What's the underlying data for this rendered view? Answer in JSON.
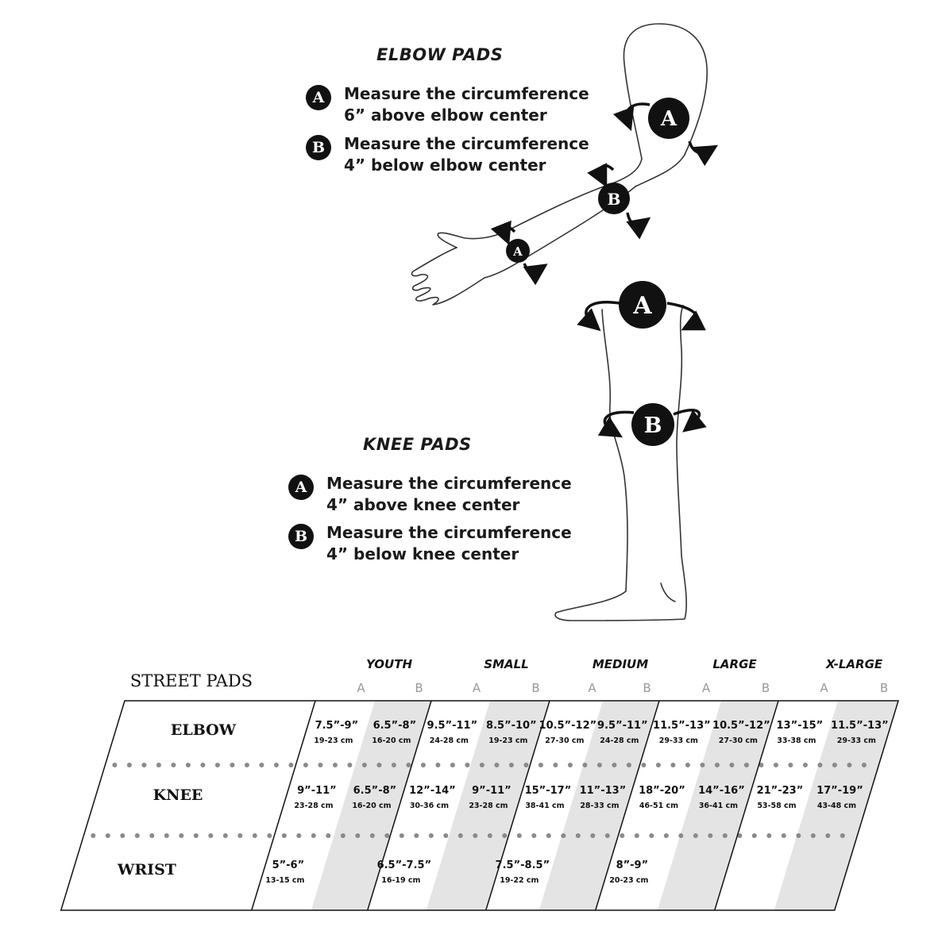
{
  "elbow": {
    "heading": "ELBOW PADS",
    "items": [
      {
        "badge": "A",
        "line1": "Measure the circumference",
        "line2": "6” above elbow center"
      },
      {
        "badge": "B",
        "line1": "Measure the circumference",
        "line2": "4” below elbow center"
      }
    ]
  },
  "knee": {
    "heading": "KNEE PADS",
    "items": [
      {
        "badge": "A",
        "line1": "Measure the circumference",
        "line2": "4” above knee center"
      },
      {
        "badge": "B",
        "line1": "Measure the circumference",
        "line2": "4” below knee center"
      }
    ]
  },
  "illustration": {
    "arm_badges": [
      "A",
      "B",
      "A"
    ],
    "leg_badges": [
      "A",
      "B"
    ]
  },
  "table": {
    "title": "STREET PADS",
    "sizes": [
      {
        "name": "YOUTH",
        "a": "A",
        "b": "B"
      },
      {
        "name": "SMALL",
        "a": "A",
        "b": "B"
      },
      {
        "name": "MEDIUM",
        "a": "A",
        "b": "B"
      },
      {
        "name": "LARGE",
        "a": "A",
        "b": "B"
      },
      {
        "name": "X-LARGE",
        "a": "A",
        "b": "B"
      }
    ],
    "rows": [
      {
        "label": "ELBOW",
        "cells": [
          {
            "in": "7.5”-9”",
            "cm": "19-23 cm"
          },
          {
            "in": "6.5”-8”",
            "cm": "16-20 cm"
          },
          {
            "in": "9.5”-11”",
            "cm": "24-28 cm"
          },
          {
            "in": "8.5”-10”",
            "cm": "19-23 cm"
          },
          {
            "in": "10.5”-12”",
            "cm": "27-30 cm"
          },
          {
            "in": "9.5”-11”",
            "cm": "24-28 cm"
          },
          {
            "in": "11.5”-13”",
            "cm": "29-33 cm"
          },
          {
            "in": "10.5”-12”",
            "cm": "27-30 cm"
          },
          {
            "in": "13”-15”",
            "cm": "33-38 cm"
          },
          {
            "in": "11.5”-13”",
            "cm": "29-33 cm"
          }
        ]
      },
      {
        "label": "KNEE",
        "cells": [
          {
            "in": "9”-11”",
            "cm": "23-28 cm"
          },
          {
            "in": "6.5”-8”",
            "cm": "16-20 cm"
          },
          {
            "in": "12”-14”",
            "cm": "30-36 cm"
          },
          {
            "in": "9”-11”",
            "cm": "23-28 cm"
          },
          {
            "in": "15”-17”",
            "cm": "38-41 cm"
          },
          {
            "in": "11”-13”",
            "cm": "28-33 cm"
          },
          {
            "in": "18”-20”",
            "cm": "46-51 cm"
          },
          {
            "in": "14”-16”",
            "cm": "36-41 cm"
          },
          {
            "in": "21”-23”",
            "cm": "53-58 cm"
          },
          {
            "in": "17”-19”",
            "cm": "43-48 cm"
          }
        ]
      },
      {
        "label": "WRIST",
        "cells": [
          {
            "in": "5”-6”",
            "cm": "13-15 cm"
          },
          {
            "in": "6.5”-7.5”",
            "cm": "16-19 cm"
          },
          {
            "in": "7.5”-8.5”",
            "cm": "19-22 cm"
          },
          {
            "in": "8”-9”",
            "cm": "20-23 cm"
          }
        ]
      }
    ]
  }
}
